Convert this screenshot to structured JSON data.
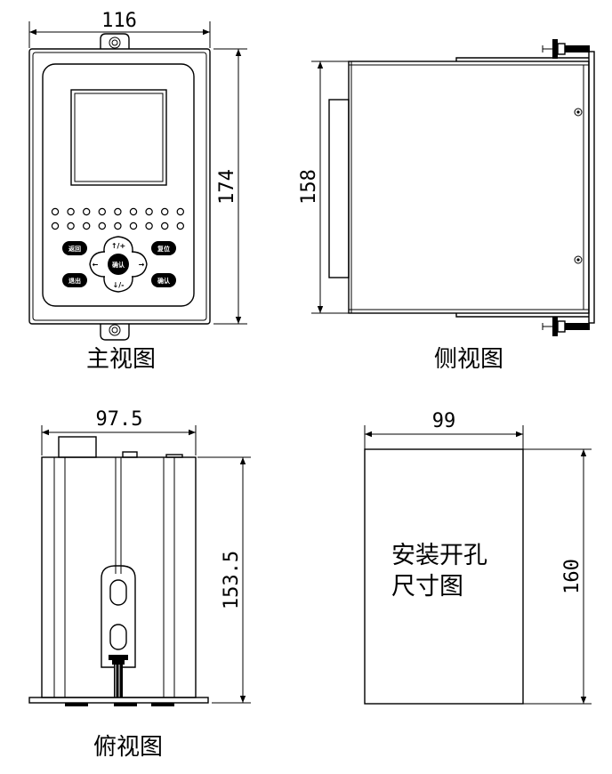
{
  "front_view": {
    "caption": "主视图",
    "width_dim": "116",
    "height_dim": "174",
    "keys": {
      "top_left": "返回",
      "bottom_left": "退出",
      "top_right": "复位",
      "bottom_right": "确认",
      "center": "确认",
      "up": "↑/+",
      "down": "↓/-",
      "left": "←",
      "right": "→"
    }
  },
  "side_view": {
    "caption": "侧视图",
    "height_dim": "158"
  },
  "top_view": {
    "caption": "俯视图",
    "width_dim": "97.5",
    "height_dim": "153.5"
  },
  "cutout": {
    "title_line1": "安装开孔",
    "title_line2": "尺寸图",
    "width_dim": "99",
    "height_dim": "160"
  }
}
